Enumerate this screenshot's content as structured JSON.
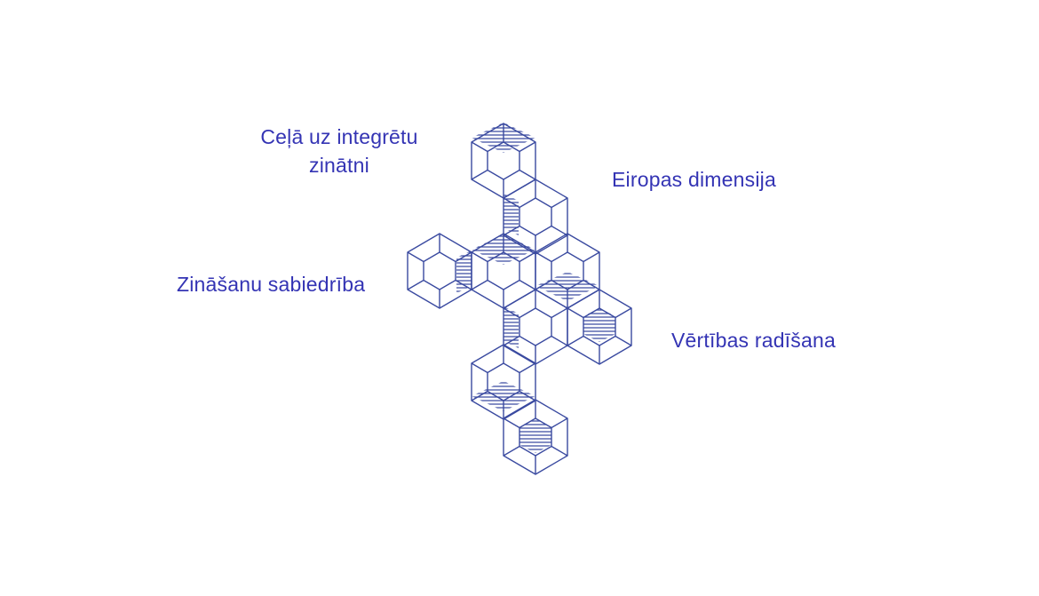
{
  "labels": {
    "top_left_line1": "Ceļā uz integrētu",
    "top_left_line2": "zinātni",
    "top_right": "Eiropas dimensija",
    "middle_left": "Zināšanu sabiedrība",
    "bottom_right": "Vērtības radīšana"
  },
  "colors": {
    "text": "#3434b4",
    "stroke": "#3a4aa0"
  }
}
